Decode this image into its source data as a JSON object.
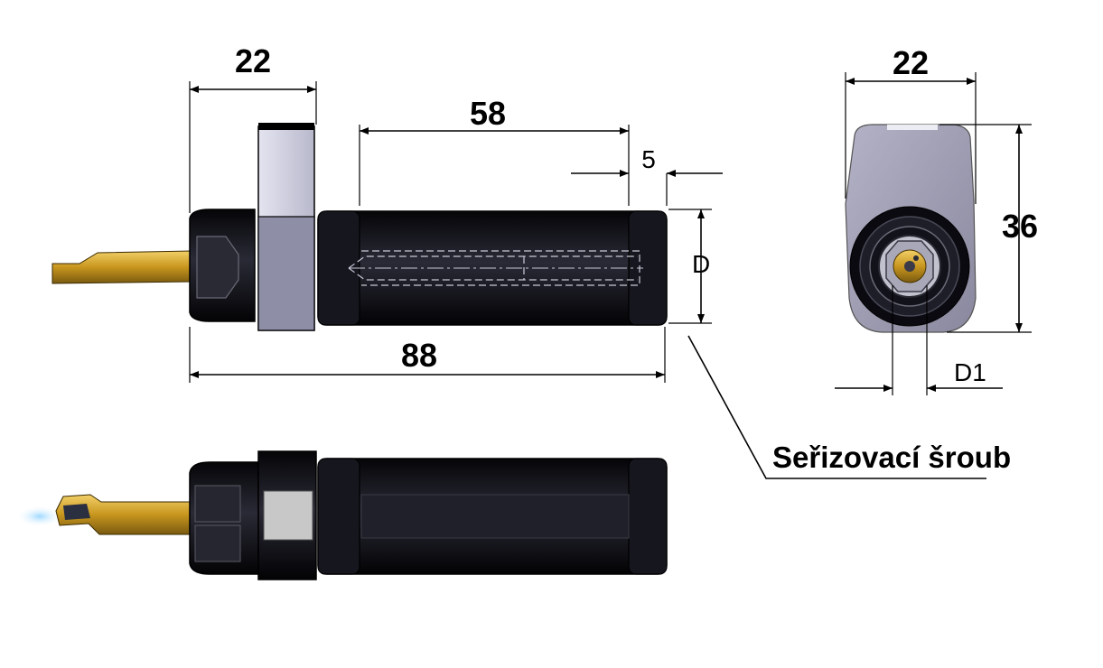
{
  "dimensions": {
    "holder_width": "22",
    "body_length": "58",
    "collar_offset": "5",
    "diameter": "D",
    "overall_length": "88",
    "end_width": "22",
    "end_height": "36",
    "bore_diameter": "D1"
  },
  "callout": {
    "label": "Seřizovací šroub"
  },
  "colors": {
    "body": "#101016",
    "clamp": "#c8c8d8",
    "insert": "#c89a20",
    "end_view": "#9c9ab0"
  }
}
